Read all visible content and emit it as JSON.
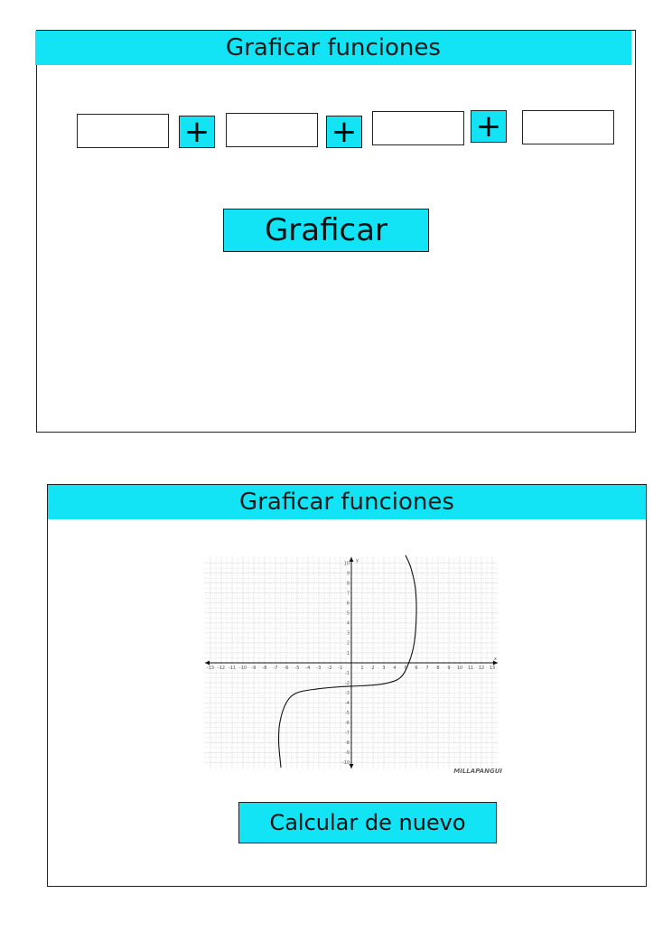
{
  "screen1": {
    "title": "Graficar funciones",
    "inputs": [
      {
        "value": "",
        "placeholder": ""
      },
      {
        "value": "",
        "placeholder": ""
      },
      {
        "value": "",
        "placeholder": ""
      },
      {
        "value": "",
        "placeholder": ""
      }
    ],
    "plus_label": "+",
    "graph_button": "Graficar"
  },
  "screen2": {
    "title": "Graficar funciones",
    "recalc_button": "Calcular de nuevo",
    "watermark": "MILLAPANGUI"
  },
  "chart_data": {
    "type": "line",
    "xlim": [
      -13,
      13
    ],
    "ylim": [
      -10,
      10
    ],
    "x_ticks": [
      -13,
      -12,
      -11,
      -10,
      -9,
      -8,
      -7,
      -6,
      -5,
      -4,
      -3,
      -2,
      -1,
      1,
      2,
      3,
      4,
      5,
      6,
      7,
      8,
      9,
      10,
      11,
      12,
      13
    ],
    "y_ticks": [
      -10,
      -9,
      -8,
      -7,
      -6,
      -5,
      -4,
      -3,
      -2,
      -1,
      1,
      2,
      3,
      4,
      5,
      6,
      7,
      8,
      9,
      10
    ],
    "grid": true,
    "xlabel": "x",
    "ylabel": "y",
    "series": [
      {
        "x": [
          -6.5,
          -6.7,
          -6.6,
          -6.0,
          -5.0,
          -3.0,
          -1.0,
          1.0,
          3.0,
          4.5,
          5.3,
          5.8,
          6.0,
          5.9,
          5.5,
          5.0
        ],
        "y": [
          -10.5,
          -8.0,
          -6.0,
          -4.0,
          -3.0,
          -2.6,
          -2.4,
          -2.3,
          -2.1,
          -1.5,
          0.0,
          2.0,
          5.0,
          7.5,
          9.5,
          10.8
        ]
      }
    ]
  }
}
